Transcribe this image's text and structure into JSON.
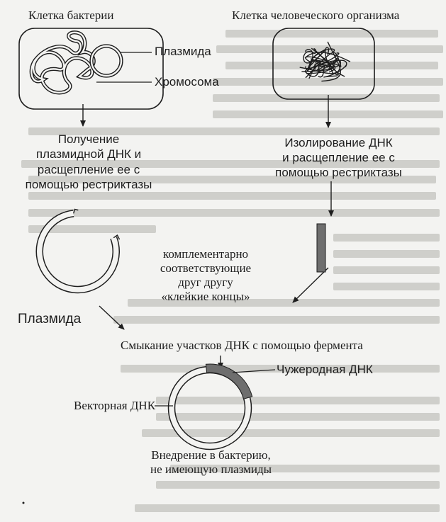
{
  "labels": {
    "bacteria_cell": "Клетка бактерии",
    "human_cell": "Клетка человеческого организма",
    "plasmid": "Плазмида",
    "chromosome": "Хромосома",
    "left_step_1": "Получение",
    "left_step_2": "плазмидной ДНК и",
    "left_step_3": "расщепление ее с",
    "left_step_4": "помощью рестриктазы",
    "right_step_1": "Изолирование ДНК",
    "right_step_2": "и расщепление ее с",
    "right_step_3": "помощью рестриктазы",
    "sticky_1": "комплементарно",
    "sticky_2": "соответствующие",
    "sticky_3": "друг другу",
    "sticky_4": "«клейкие концы»",
    "plasmid_large": "Плазмида",
    "joining": "Смыкание участков ДНК с помощью фермента",
    "foreign_dna": "Чужеродная ДНК",
    "vector_dna": "Векторная ДНК",
    "insertion_1": "Внедрение в бактерию,",
    "insertion_2": "не имеющую плазмиды"
  },
  "colors": {
    "paper": "#f3f3f1",
    "ink": "#1e1e1e",
    "dna_fill": "#6e6e6e",
    "bleed_through": "#cfcfcb"
  }
}
